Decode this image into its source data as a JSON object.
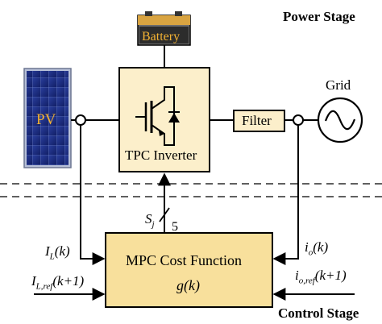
{
  "stages": {
    "power": "Power Stage",
    "control": "Control Stage"
  },
  "blocks": {
    "battery": "Battery",
    "pv": "PV",
    "inverter": "TPC Inverter",
    "filter": "Filter",
    "grid": "Grid",
    "mpc_title": "MPC Cost Function",
    "mpc_func": "g(k)"
  },
  "signals": {
    "sj": {
      "base": "S",
      "sub": "j"
    },
    "bus_width": "5",
    "il": {
      "base": "I",
      "sub": "L",
      "tail": "(k)"
    },
    "il_ref": {
      "base": "I",
      "sub": "L,ref",
      "tail": "(k+1)"
    },
    "io": {
      "base": "i",
      "sub": "o",
      "tail": "(k)"
    },
    "io_ref": {
      "base": "i",
      "sub": "o,ref",
      "tail": "(k+1)"
    }
  },
  "colors": {
    "inverter_fill": "#FCEFCB",
    "mpc_fill": "#F8E09C",
    "battery_top": "#D9A441",
    "pv_panel": "#1C2F86",
    "pv_frame": "#9AA7C8",
    "filter_fill": "#FCEFCB"
  }
}
